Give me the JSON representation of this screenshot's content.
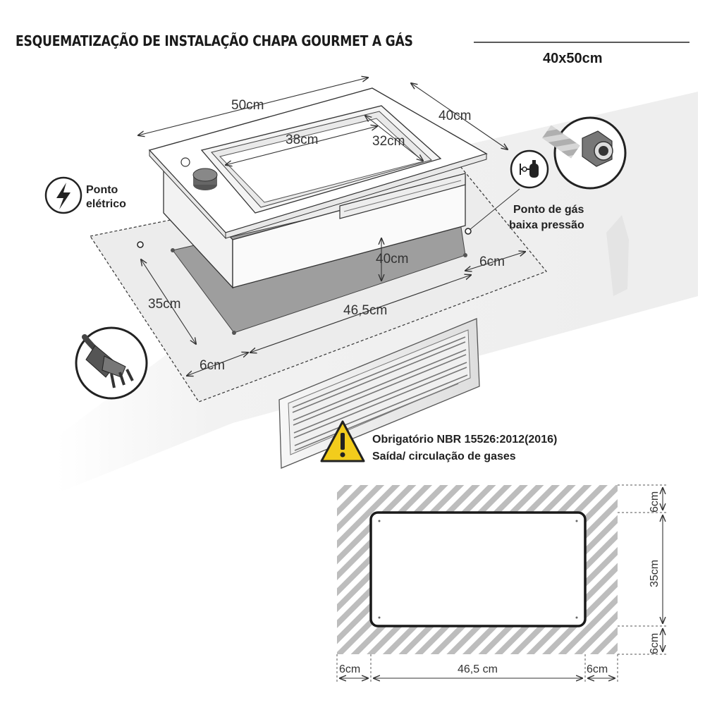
{
  "title": "ESQUEMATIZAÇÃO DE INSTALAÇÃO CHAPA GOURMET A GÁS",
  "size": "40x50cm",
  "dims_3d": {
    "width_top": "50cm",
    "depth_top": "40cm",
    "plate_width": "38cm",
    "plate_depth": "32cm",
    "height": "40cm",
    "cutout_depth": "35cm",
    "cutout_width": "46,5cm",
    "margin_front": "6cm",
    "margin_side": "6cm"
  },
  "labels": {
    "electric_1": "Ponto",
    "electric_2": "elétrico",
    "gas_1": "Ponto de gás",
    "gas_2": "baixa pressão",
    "warning_1": "Obrigatório  NBR 15526:2012(2016)",
    "warning_2": "Saída/ circulação de gases"
  },
  "plan": {
    "top": "6cm",
    "middle": "35cm",
    "bottom": "6cm",
    "left": "6cm",
    "center": "46,5 cm",
    "right": "6cm"
  },
  "icons": [
    "lightning-icon",
    "gas-cylinder-icon",
    "gas-hose-connector-icon",
    "electric-plug-icon",
    "warning-icon"
  ]
}
